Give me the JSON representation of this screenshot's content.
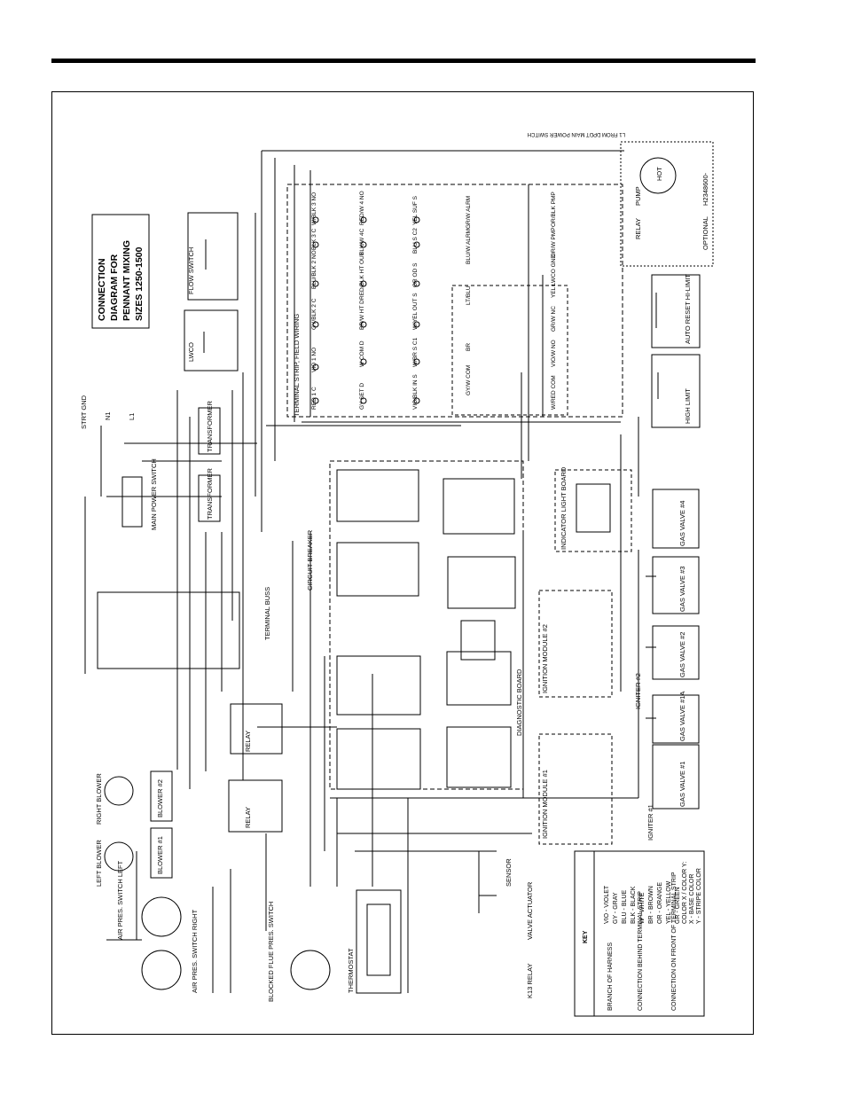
{
  "diagram": {
    "title_lines": [
      "CONNECTION",
      "DIAGRAM FOR",
      "PENNANT MIXING",
      "SIZES 1250-1500"
    ],
    "drawing_number": "H2348600-",
    "optional_label": "OPTIONAL",
    "l1_note": "L1 FROM DPDT MAIN POWER SWITCH",
    "strt_gnd": "STRT GND",
    "n1": "N1",
    "l1": "L1",
    "main_power_switch": "MAIN POWER SWITCH",
    "terminal_buss": "TERMINAL BUSS",
    "circuit_breaker": "CIRCUIT BREAKER",
    "diagnostic_board": "DIAGNOSTIC BOARD",
    "terminal_strip_title": "TERMINAL STRIP, FIELD WIRING",
    "lwco": "LWCO",
    "flow_switch": "FLOW SWITCH",
    "pump": "PUMP",
    "relay": "RELAY",
    "hot": "HOT",
    "auto_reset": "AUTO RESET HI-LIMIT",
    "high_limit": "HIGH LIMIT",
    "indicator_light_board": "INDICATOR LIGHT BOARD",
    "ignition_module_1": "IGNITION MODULE #1",
    "ignition_module_2": "IGNITION MODULE #2",
    "igniter_1": "IGNITER #1",
    "igniter_2": "IGNITER #2",
    "thermostat": "THERMOSTAT",
    "sensor": "SENSOR",
    "left_blower": "LEFT BLOWER",
    "right_blower": "RIGHT BLOWER",
    "blower_1": "BLOWER #1",
    "blower_2": "BLOWER #2",
    "air_pres_left": "AIR PRES. SWITCH LEFT",
    "air_pres_right": "AIR PRES. SWITCH RIGHT",
    "blocked_flue": "BLOCKED FLUE PRES. SWITCH",
    "transformer": "TRANSFORMER",
    "k13_relay": "K13 RELAY",
    "valve_actuator": "VALVE ACTUATOR",
    "gas_valves": [
      "GAS VALVE #1",
      "GAS VALVE #1A",
      "GAS VALVE #2",
      "GAS VALVE #3",
      "GAS VALVE #4"
    ],
    "terminal_row1": [
      "RED 1 C",
      "VIO 1 NO",
      "GY/BLK 2 C",
      "BLU/BLK 2 NO",
      "BLK 3 C",
      "W/BLK 3 NO"
    ],
    "terminal_row2": [
      "GY SET D",
      "W COM D",
      "BR/W HT D",
      "RED/BLK HT OUT",
      "BLK/W 4C",
      "RED/W 4 NO"
    ],
    "terminal_row3": [
      "VIO/BLK IN S",
      "W/BR S C1",
      "W/YEL OUT S",
      "OR OD S",
      "BLU S C2",
      "YEL SUF S"
    ],
    "terminal_row4": [
      "GY/W COM",
      "BR",
      "LT/BLU",
      "BLU/W ALRM",
      "GR/W ALRM"
    ],
    "terminal_row5": [
      "W/RED COM",
      "VIO/W NO",
      "GR/W NC",
      "YEL LWCO GND",
      "OR/W PMP",
      "OR/BLK PMP"
    ],
    "key": {
      "title": "KEY",
      "branch": "BRANCH OF HARNESS",
      "conn_behind": "CONNECTION BEHIND TERMINAL STRIP",
      "conn_front": "CONNECTION ON FRONT OF TERMINAL STRIP",
      "colors": [
        "VIO - VIOLET",
        "GY - GRAY",
        "BLU - BLUE",
        "BLK - BLACK",
        "W - WHITE",
        "BR - BROWN",
        "OR - ORANGE",
        "YEL - YELLOW",
        "GR - GREEN"
      ],
      "color_note": [
        "COLOR X / COLOR Y:",
        "X - BASE COLOR",
        "Y - STRIPE COLOR"
      ]
    }
  }
}
